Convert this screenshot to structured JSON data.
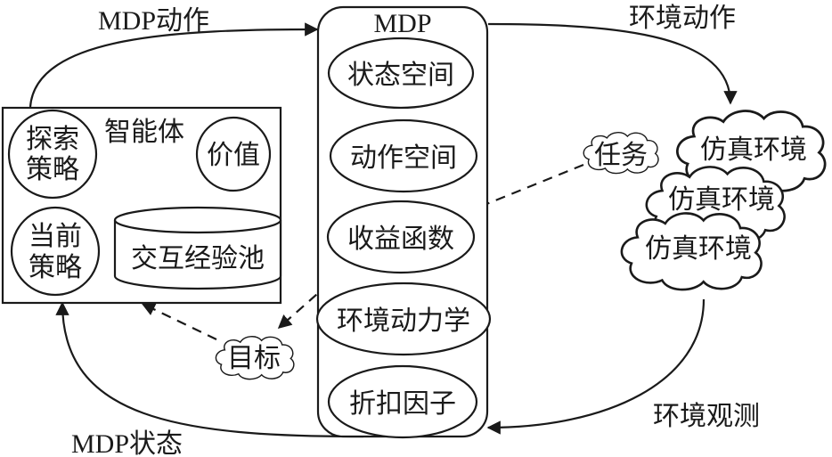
{
  "flow_labels": {
    "mdp_action": "MDP动作",
    "env_action": "环境动作",
    "env_observation": "环境观测",
    "mdp_state": "MDP状态"
  },
  "agent": {
    "title": "智能体",
    "explore_policy": [
      "探索",
      "策略"
    ],
    "value": "价值",
    "current_policy": [
      "当前",
      "策略"
    ],
    "replay_pool": "交互经验池"
  },
  "mdp": {
    "title": "MDP",
    "components": [
      "状态空间",
      "动作空间",
      "收益函数",
      "环境动力学",
      "折扣因子"
    ]
  },
  "environment": {
    "task": "任务",
    "sim_envs": [
      "仿真环境",
      "仿真环境",
      "仿真环境"
    ]
  },
  "goal": "目标"
}
